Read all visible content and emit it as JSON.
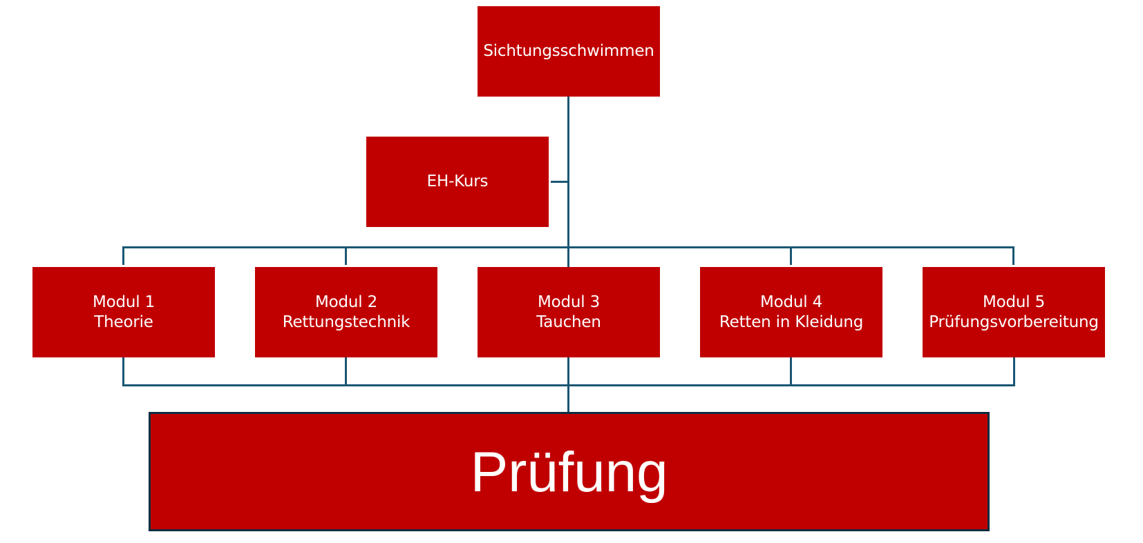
{
  "diagram": {
    "title": "Kursablauf",
    "colors": {
      "box_fill": "#c00000",
      "box_text": "#ffffff",
      "connector": "#1a5673",
      "exam_border": "#0f2d40"
    },
    "start_node": {
      "label": "Sichtungsschwimmen"
    },
    "side_node": {
      "label": "EH-Kurs"
    },
    "modules": [
      {
        "line1": "Modul 1",
        "line2": "Theorie"
      },
      {
        "line1": "Modul 2",
        "line2": "Rettungstechnik"
      },
      {
        "line1": "Modul 3",
        "line2": "Tauchen"
      },
      {
        "line1": "Modul 4",
        "line2": "Retten in Kleidung"
      },
      {
        "line1": "Modul 5",
        "line2": "Prüfungsvorbereitung"
      }
    ],
    "end_node": {
      "label": "Prüfung"
    },
    "edges": [
      {
        "from": "Sichtungsschwimmen",
        "to": "EH-Kurs"
      },
      {
        "from": "Sichtungsschwimmen",
        "to": "Modul 1"
      },
      {
        "from": "Sichtungsschwimmen",
        "to": "Modul 2"
      },
      {
        "from": "Sichtungsschwimmen",
        "to": "Modul 3"
      },
      {
        "from": "Sichtungsschwimmen",
        "to": "Modul 4"
      },
      {
        "from": "Sichtungsschwimmen",
        "to": "Modul 5"
      },
      {
        "from": "Modul 1",
        "to": "Prüfung"
      },
      {
        "from": "Modul 2",
        "to": "Prüfung"
      },
      {
        "from": "Modul 3",
        "to": "Prüfung"
      },
      {
        "from": "Modul 4",
        "to": "Prüfung"
      },
      {
        "from": "Modul 5",
        "to": "Prüfung"
      }
    ]
  }
}
